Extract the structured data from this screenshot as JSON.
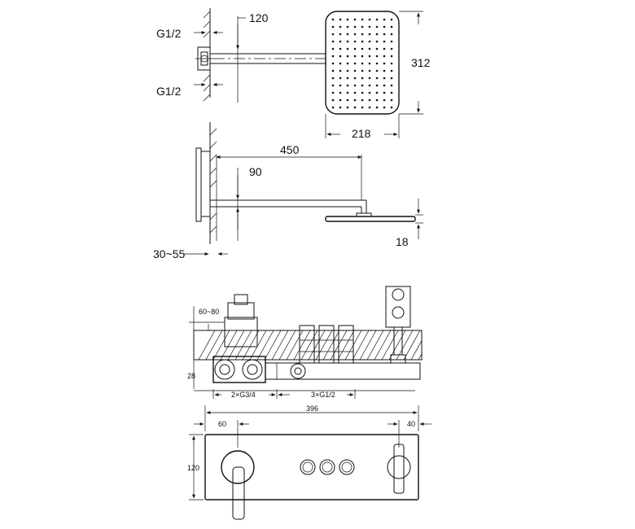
{
  "head_top_view": {
    "inlet_top": "G1/2",
    "inlet_bottom": "G1/2",
    "arm_offset": "120",
    "head_height": "312",
    "head_width": "218"
  },
  "head_side_view": {
    "arm_length": "450",
    "drop": "90",
    "head_thickness": "18",
    "wall_depth": "30~55"
  },
  "mixer_section_view": {
    "install_depth": "60~80",
    "body_height": "28",
    "outlets_large": "2×G3/4",
    "outlets_small": "3×G1/2"
  },
  "mixer_front_view": {
    "total_width": "396",
    "lever_offset": "60",
    "right_offset": "40",
    "plate_height": "120"
  }
}
